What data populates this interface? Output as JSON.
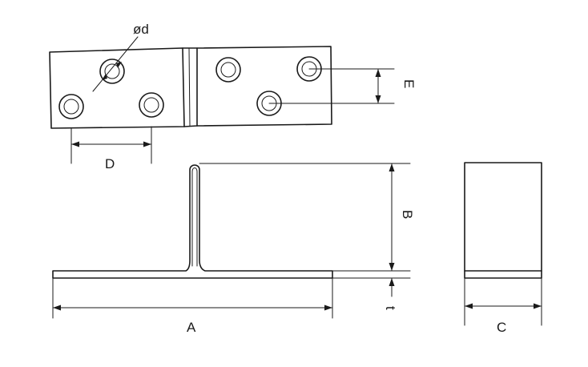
{
  "labels": {
    "hole_diameter": "ød",
    "hole_pitch": "D",
    "hole_offset": "E",
    "length": "A",
    "height": "B",
    "width": "C",
    "thickness": "t"
  },
  "colors": {
    "line": "#1a1a1a",
    "background": "#ffffff"
  }
}
